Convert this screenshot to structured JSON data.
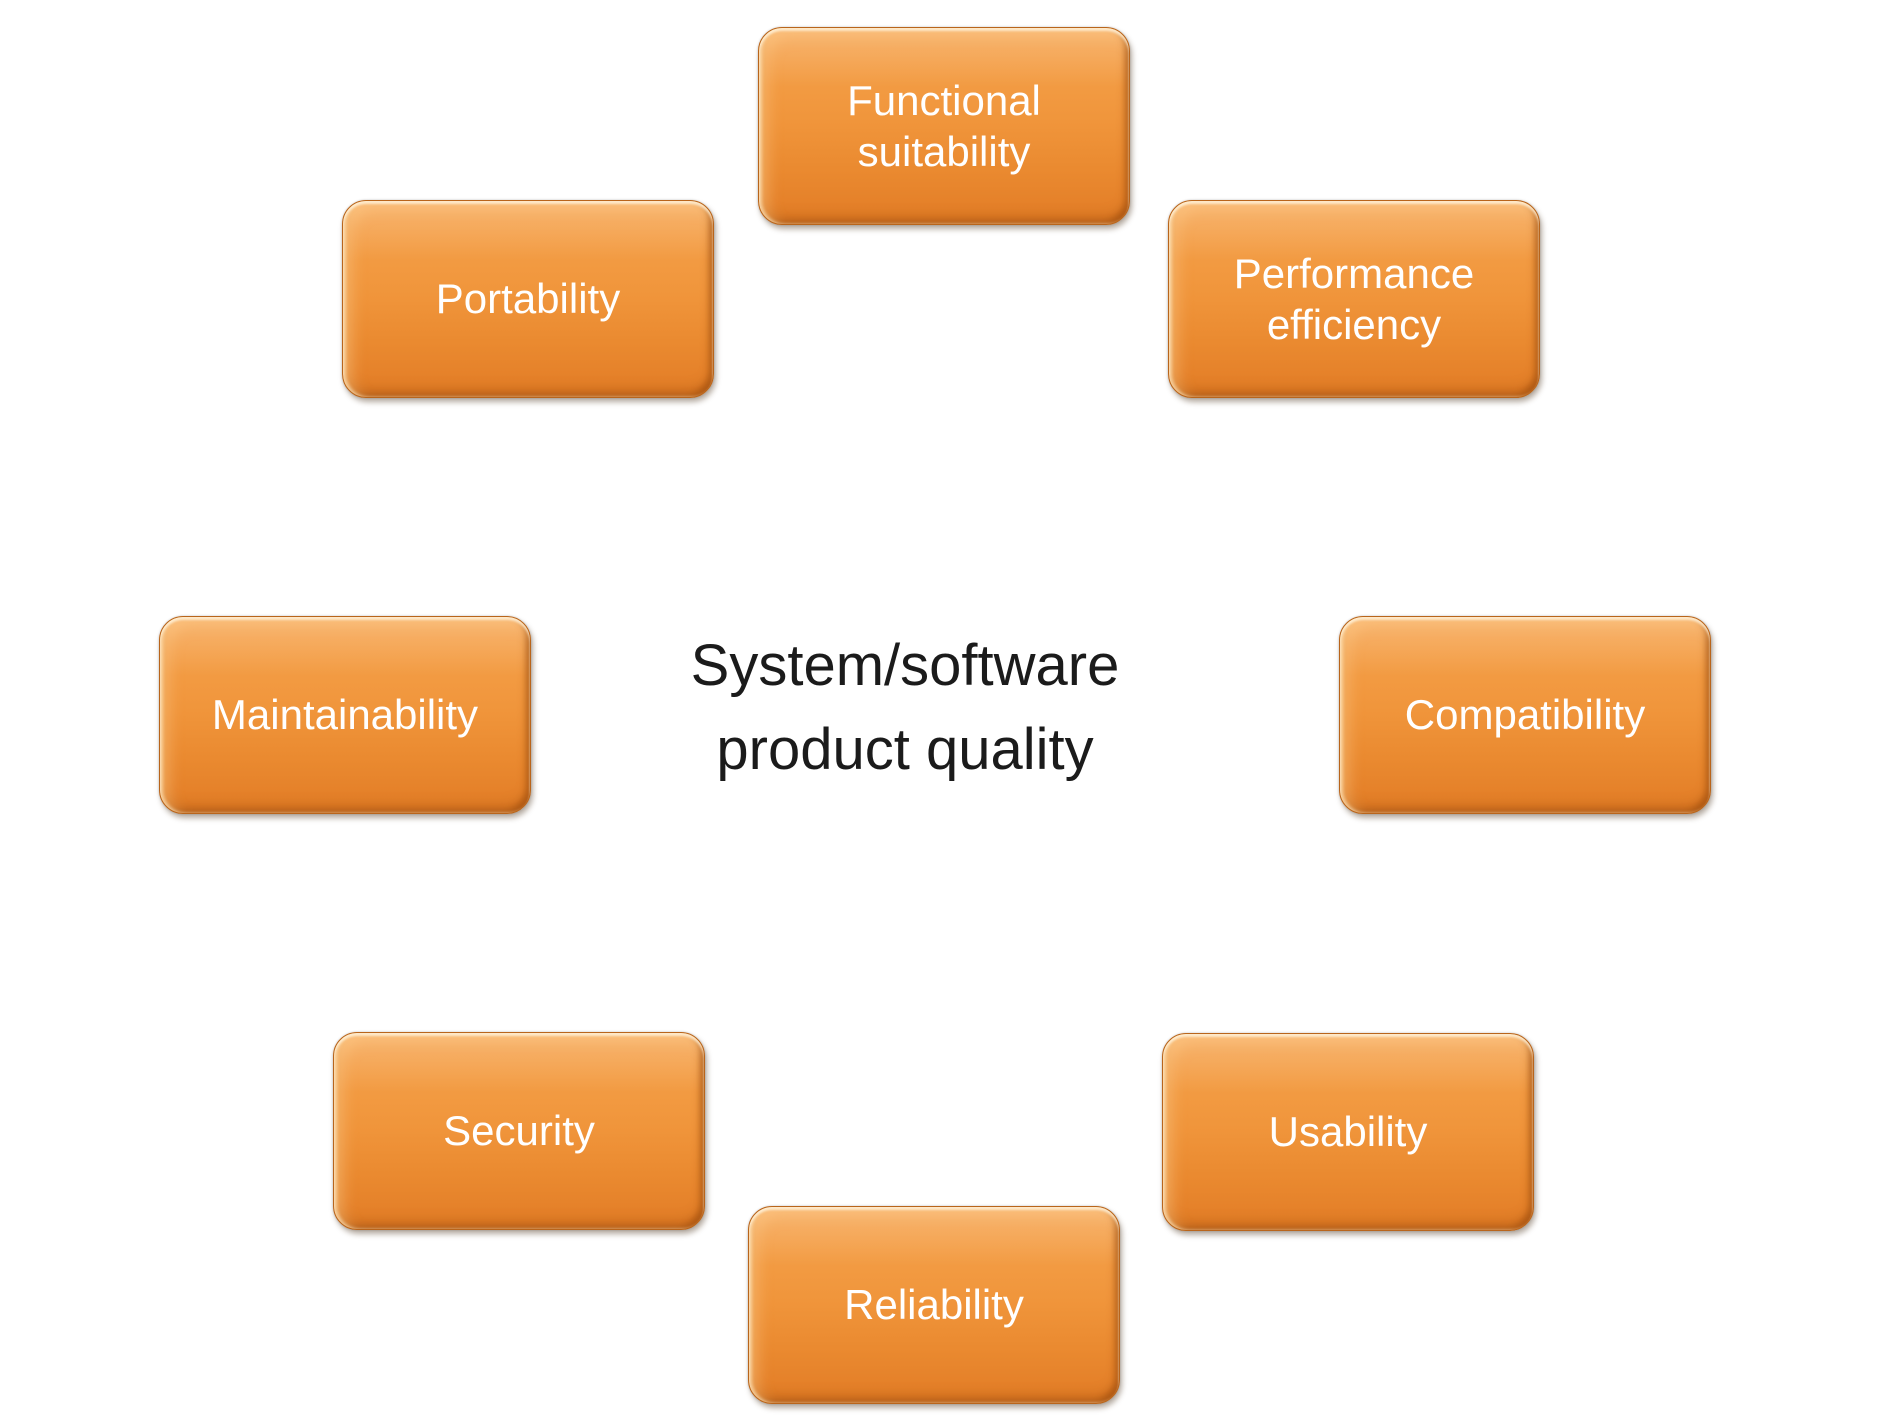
{
  "diagram": {
    "center_title": {
      "line1": "System/software",
      "line2": "product quality"
    },
    "nodes": [
      {
        "id": "functional-suitability",
        "label": "Functional suitability",
        "position": "top"
      },
      {
        "id": "performance-efficiency",
        "label": "Performance efficiency",
        "position": "top-right"
      },
      {
        "id": "compatibility",
        "label": "Compatibility",
        "position": "right"
      },
      {
        "id": "usability",
        "label": "Usability",
        "position": "bottom-right"
      },
      {
        "id": "reliability",
        "label": "Reliability",
        "position": "bottom"
      },
      {
        "id": "security",
        "label": "Security",
        "position": "bottom-left"
      },
      {
        "id": "maintainability",
        "label": "Maintainability",
        "position": "left"
      },
      {
        "id": "portability",
        "label": "Portability",
        "position": "top-left"
      }
    ],
    "colors": {
      "background": "#FFFFFF",
      "node_fill_top": "#F6A44E",
      "node_fill_mid": "#F0953B",
      "node_fill_bottom": "#E27C26",
      "node_border": "#B9651B",
      "node_text": "#FFFFFF",
      "title_text": "#1B1B1B"
    }
  }
}
